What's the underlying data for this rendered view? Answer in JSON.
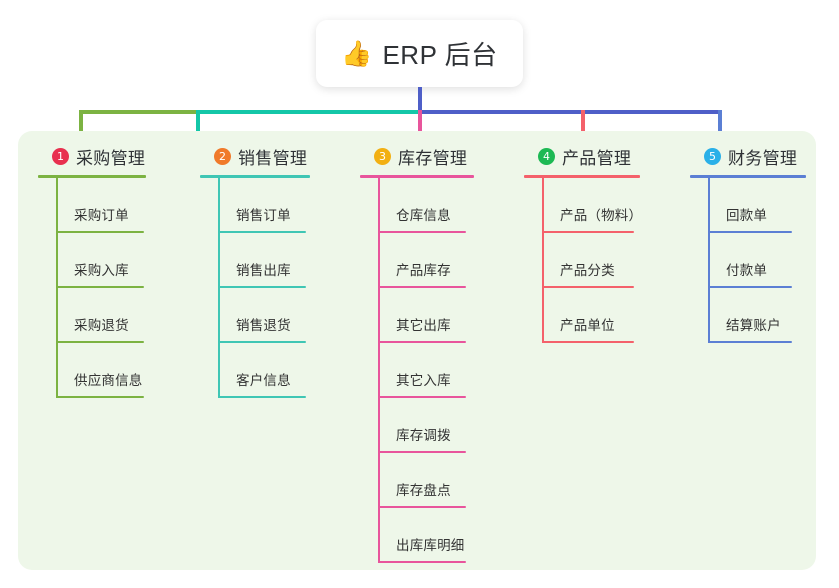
{
  "root": {
    "emoji": "👍",
    "emoji_name": "thumbs-up-emoji",
    "label": "ERP 后台"
  },
  "colors": {
    "panel_background": "#eef7e9",
    "page_background": "#ffffff",
    "root_card": "#ffffff",
    "bus_left": "#7cb342",
    "bus_mid": "#14c7a8",
    "bus_right": "#4f5fc8",
    "text": "#2f3236"
  },
  "columns": [
    {
      "number": "1",
      "title": "采购管理",
      "badge_color": "#e8304f",
      "line_color": "#7cb342",
      "items": [
        "采购订单",
        "采购入库",
        "采购退货",
        "供应商信息"
      ]
    },
    {
      "number": "2",
      "title": "销售管理",
      "badge_color": "#f07a2a",
      "line_color": "#3fc6b4",
      "items": [
        "销售订单",
        "销售出库",
        "销售退货",
        "客户信息"
      ]
    },
    {
      "number": "3",
      "title": "库存管理",
      "badge_color": "#f2b013",
      "line_color": "#e8559c",
      "items": [
        "仓库信息",
        "产品库存",
        "其它出库",
        "其它入库",
        "库存调拨",
        "库存盘点",
        "出库库明细"
      ]
    },
    {
      "number": "4",
      "title": "产品管理",
      "badge_color": "#1db954",
      "line_color": "#f4616b",
      "items": [
        "产品（物料）",
        "产品分类",
        "产品单位"
      ]
    },
    {
      "number": "5",
      "title": "财务管理",
      "badge_color": "#2ab0e8",
      "line_color": "#5b7fd4",
      "items": [
        "回款单",
        "付款单",
        "结算账户"
      ]
    }
  ]
}
